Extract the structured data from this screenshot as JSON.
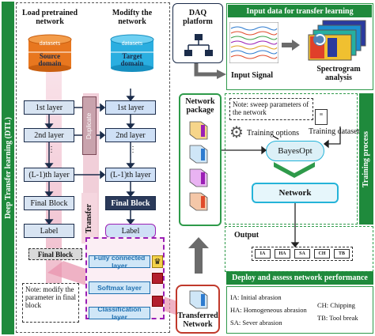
{
  "sidebar": {
    "left_label": "Deep Transfer learning (DTL)",
    "right_label": "Training process"
  },
  "left_column": {
    "title": "Load pretrained network",
    "cylinder": {
      "top_text": "datasets",
      "bottom_text": "Source domain"
    },
    "layers": [
      "1st layer",
      "2nd layer",
      "(L-1)th layer",
      "Final Block",
      "Label"
    ]
  },
  "middle_column": {
    "title": "Modifty the network",
    "cylinder": {
      "top_text": "datasets",
      "bottom_text": "Target domain"
    },
    "layers": [
      "1st layer",
      "2nd layer",
      "(L-1)th layer",
      "Final Block",
      "Label"
    ]
  },
  "duplicate_label": "Duplicate",
  "transfer_label": "Transfer",
  "final_block": {
    "label": "Final Block",
    "layers": [
      "Fully connected layer",
      "Softmax layer",
      "Classification layer"
    ]
  },
  "note_left": "Note: modify the parameter in final block",
  "daq": {
    "label": "DAQ platform"
  },
  "input_section": {
    "title": "Input data for transfer learning",
    "input_signal": "Input Signal",
    "spectrogram": "Spectrogram analysis"
  },
  "network_package": {
    "label": "Network package"
  },
  "training": {
    "note": "Note: sweep parameters of the network",
    "options": "Training options",
    "dataset": "Training dataset",
    "bayesopt": "BayesOpt",
    "network": "Network"
  },
  "output": {
    "label": "Output",
    "tags": [
      "IA",
      "HA",
      "SA",
      "CH",
      "TB"
    ]
  },
  "deploy": {
    "title": "Deploy and assess network performance",
    "legend": [
      "IA: Initial abrasion",
      "HA: Homogeneous abrasion",
      "SA: Sever abrasion",
      "CH: Chipping",
      "TB: Tool break"
    ]
  },
  "transferred": {
    "label": "Transferred Network"
  },
  "colors": {
    "green": "#1f8a3c",
    "navy": "#1b2c4a",
    "layer_fill": "#d8e4f2",
    "purple": "#9b1fb5",
    "pink": "#e9a3b8",
    "cyan": "#24b3d8",
    "red": "#c0392b"
  }
}
